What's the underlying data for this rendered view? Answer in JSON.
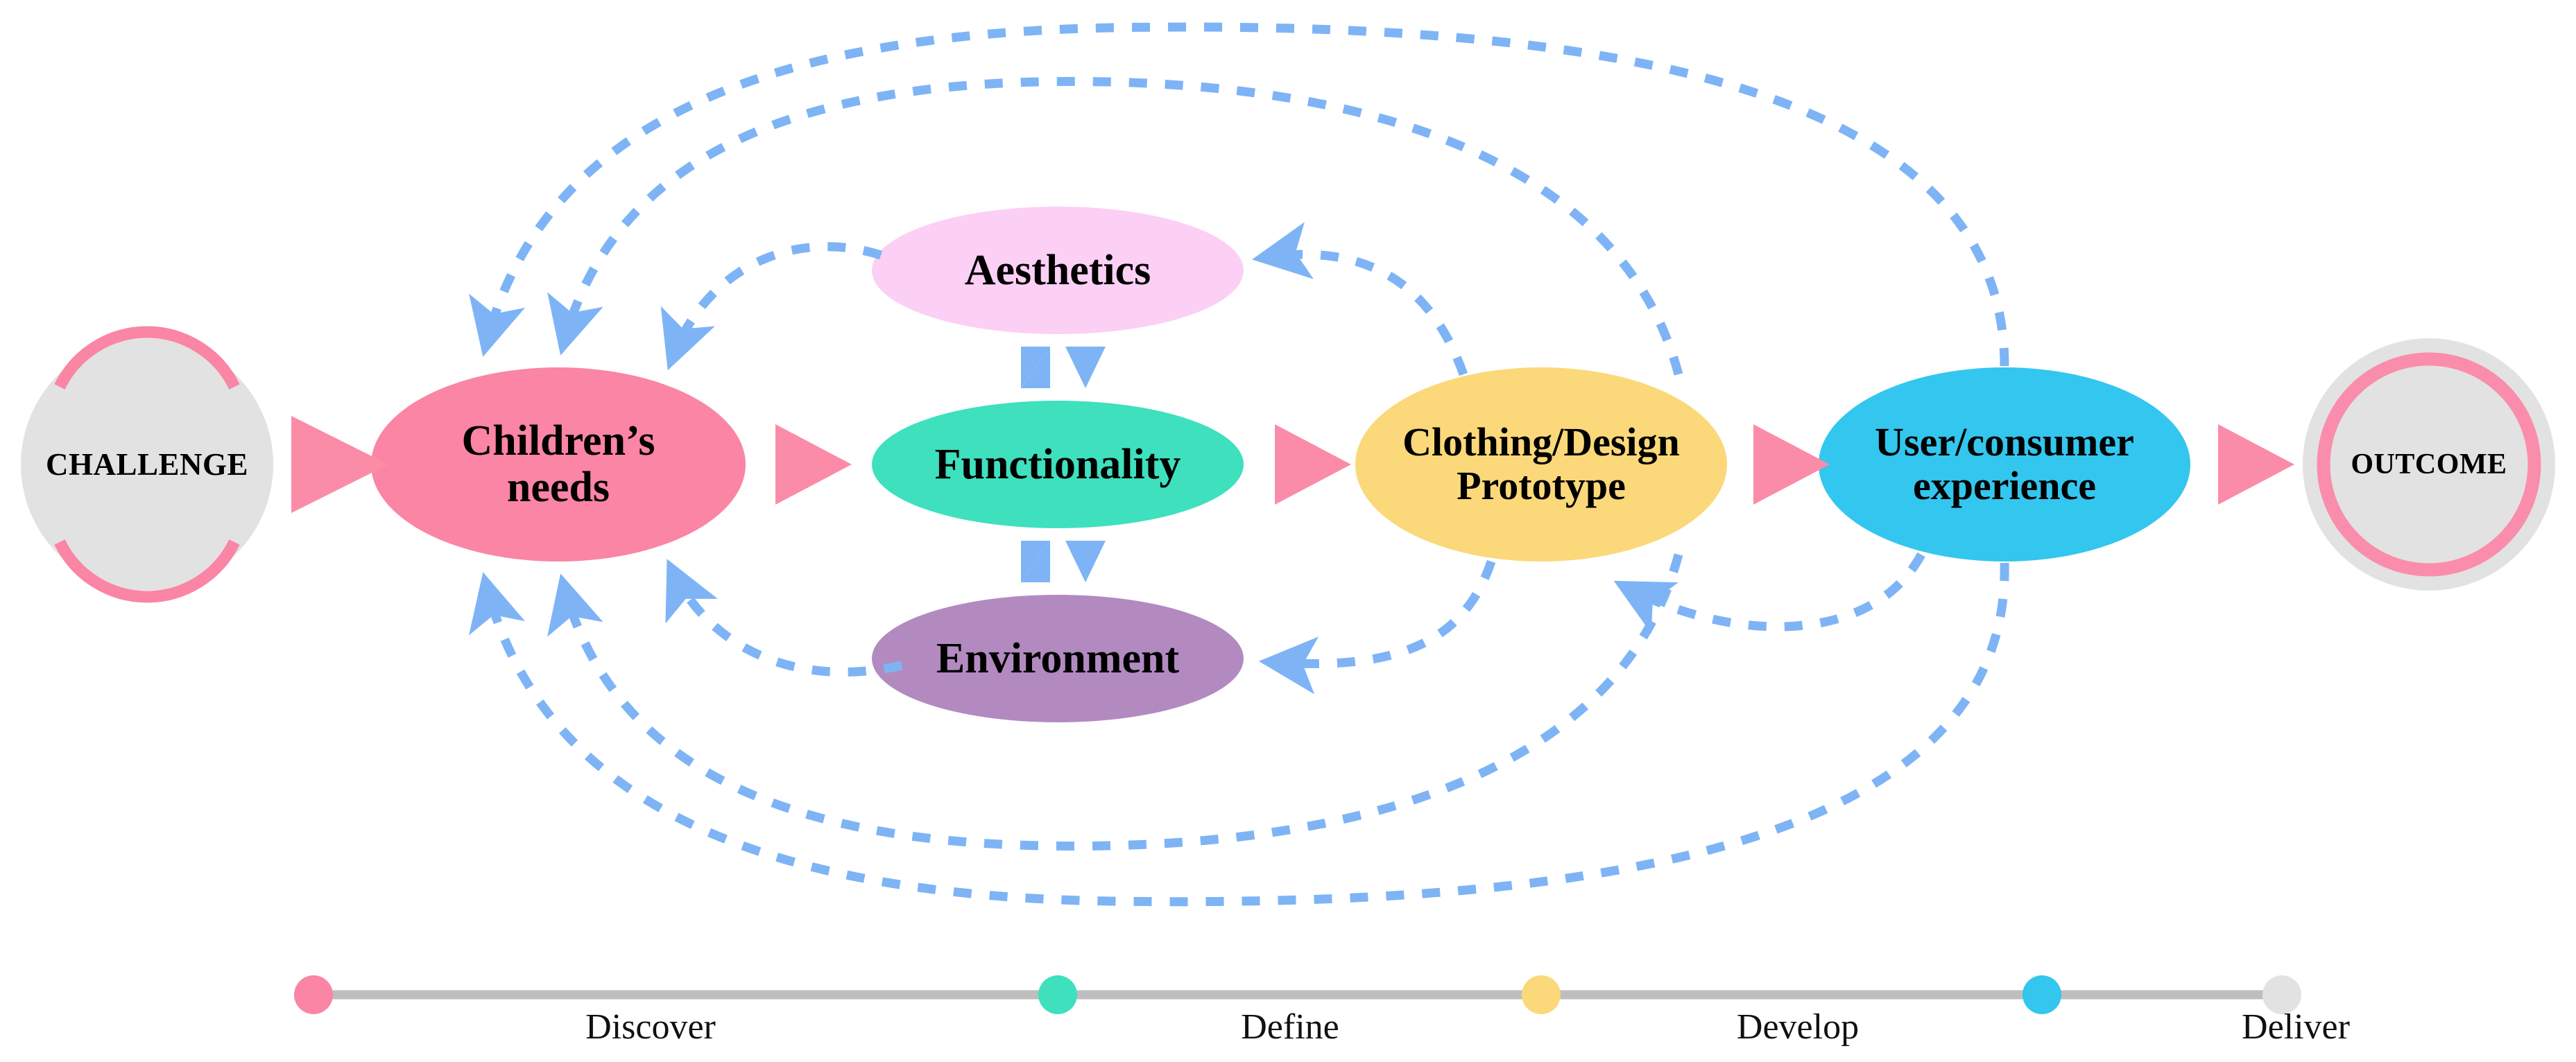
{
  "diagram": {
    "title_hidden": "",
    "colors": {
      "pink": "#FA85A4",
      "pink_arrow": "#FA8CA8",
      "light_pink": "#FBD3F5",
      "aesthetics_fill": "#FBD0F4",
      "turquoise": "#3EE0BE",
      "purple": "#B28AC0",
      "yellow": "#FBD879",
      "cyan": "#33C6EE",
      "grey_circle": "#E0E0E0",
      "grey_line": "#BEBEBE",
      "dashed_blue": "#7EB4F5",
      "text": "#000000"
    },
    "endcaps": [
      {
        "id": "challenge",
        "label": "CHALLENGE",
        "ring": "partial",
        "fill": "#E0E0E0",
        "ring_color": "#FA85A4"
      },
      {
        "id": "outcome",
        "label": "OUTCOME",
        "ring": "full",
        "fill": "#E0E0E0",
        "ring_color": "#FA85A4"
      }
    ],
    "nodes": [
      {
        "id": "childrens-needs",
        "label": "Children’s\nneeds",
        "fill": "#FA85A4",
        "font_size": 62
      },
      {
        "id": "aesthetics",
        "label": "Aesthetics",
        "fill": "#FBD0F4",
        "font_size": 62
      },
      {
        "id": "functionality",
        "label": "Functionality",
        "fill": "#3EE0BE",
        "font_size": 62
      },
      {
        "id": "environment",
        "label": "Environment",
        "fill": "#B28AC0",
        "font_size": 62
      },
      {
        "id": "clothing-design-prototype",
        "label": "Clothing/Design\nPrototype",
        "fill": "#FBD879",
        "font_size": 58
      },
      {
        "id": "user-consumer-experience",
        "label": "User/consumer\nexperience",
        "fill": "#33C6EE",
        "font_size": 58
      }
    ],
    "flow_arrows": [
      {
        "id": "challenge-to-childrens-needs",
        "color": "#FA8CA8"
      },
      {
        "id": "childrens-needs-to-functionality",
        "color": "#FA8CA8"
      },
      {
        "id": "functionality-to-clothing",
        "color": "#FA8CA8"
      },
      {
        "id": "clothing-to-user-experience",
        "color": "#FA8CA8"
      },
      {
        "id": "user-experience-to-outcome",
        "color": "#FA8CA8"
      }
    ],
    "bidirectional_arrows": [
      {
        "id": "aesthetics-functionality",
        "color": "#7EB4F5"
      },
      {
        "id": "functionality-environment",
        "color": "#7EB4F5"
      }
    ],
    "feedback_arrows": [
      {
        "id": "clothing-to-aesthetics",
        "color": "#7EB4F5"
      },
      {
        "id": "clothing-to-environment",
        "color": "#7EB4F5"
      },
      {
        "id": "user-experience-to-clothing",
        "color": "#7EB4F5"
      },
      {
        "id": "user-experience-to-childrens-needs-top",
        "color": "#7EB4F5"
      },
      {
        "id": "user-experience-to-childrens-needs-bottom",
        "color": "#7EB4F5"
      },
      {
        "id": "clothing-to-childrens-needs-top",
        "color": "#7EB4F5"
      },
      {
        "id": "clothing-to-childrens-needs-bottom",
        "color": "#7EB4F5"
      },
      {
        "id": "environment-to-childrens-needs",
        "color": "#7EB4F5"
      },
      {
        "id": "aesthetics-to-childrens-needs",
        "color": "#7EB4F5"
      }
    ],
    "timeline": {
      "line_color": "#BEBEBE",
      "dots": [
        {
          "id": "dot-discover",
          "color": "#FA85A4"
        },
        {
          "id": "dot-define",
          "color": "#3EE0BE"
        },
        {
          "id": "dot-develop",
          "color": "#FBD879"
        },
        {
          "id": "dot-deliver",
          "color": "#33C6EE"
        },
        {
          "id": "dot-end",
          "color": "#E0E0E0"
        }
      ],
      "phases": [
        {
          "id": "phase-discover",
          "label": "Discover"
        },
        {
          "id": "phase-define",
          "label": "Define"
        },
        {
          "id": "phase-develop",
          "label": "Develop"
        },
        {
          "id": "phase-deliver",
          "label": "Deliver"
        }
      ]
    }
  }
}
